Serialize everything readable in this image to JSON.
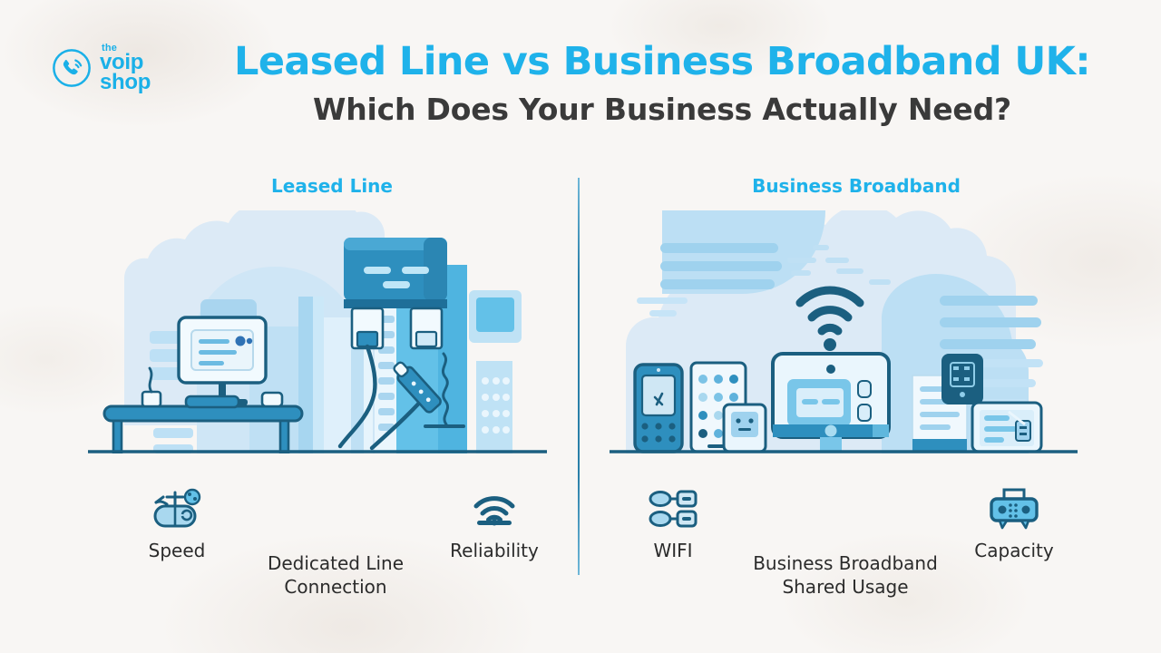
{
  "brand": {
    "logo_icon": "phone-call-waves-icon",
    "line_the": "the",
    "line_voip": "voip",
    "line_shop": "shop",
    "color": "#1ab0e8"
  },
  "header": {
    "title_line1": "Leased Line vs Business Broadband UK:",
    "title_line2": "Which Does Your Business Actually Need?",
    "title_color": "#1fb2ea",
    "subtitle_color": "#3a3a3a"
  },
  "columns": [
    {
      "id": "leased-line",
      "heading": "Leased Line",
      "scene_alt": "office-desk-computer-server-cable-illustration",
      "features": [
        {
          "icon": "speed-gauge-icon",
          "label": "Speed"
        },
        {
          "icon": "",
          "label": "Dedicated Line\nConnection"
        },
        {
          "icon": "wifi-reliability-icon",
          "label": "Reliability"
        }
      ]
    },
    {
      "id": "business-broadband",
      "heading": "Business Broadband",
      "scene_alt": "shared-devices-wifi-router-illustration",
      "features": [
        {
          "icon": "network-nodes-icon",
          "label": "WIFI"
        },
        {
          "icon": "",
          "label": "Business Broadband\nShared Usage"
        },
        {
          "icon": "router-device-icon",
          "label": "Capacity"
        }
      ]
    }
  ],
  "palette": {
    "background": "#f8f6f4",
    "accent_cyan": "#1fb2ea",
    "ink_dark": "#1b5f80",
    "ink_darker": "#15506e",
    "blue_mid": "#4aa8d8",
    "blue_light": "#a9d8ef",
    "blue_pale": "#d9ecf8",
    "divider": "#2a7fa8"
  }
}
